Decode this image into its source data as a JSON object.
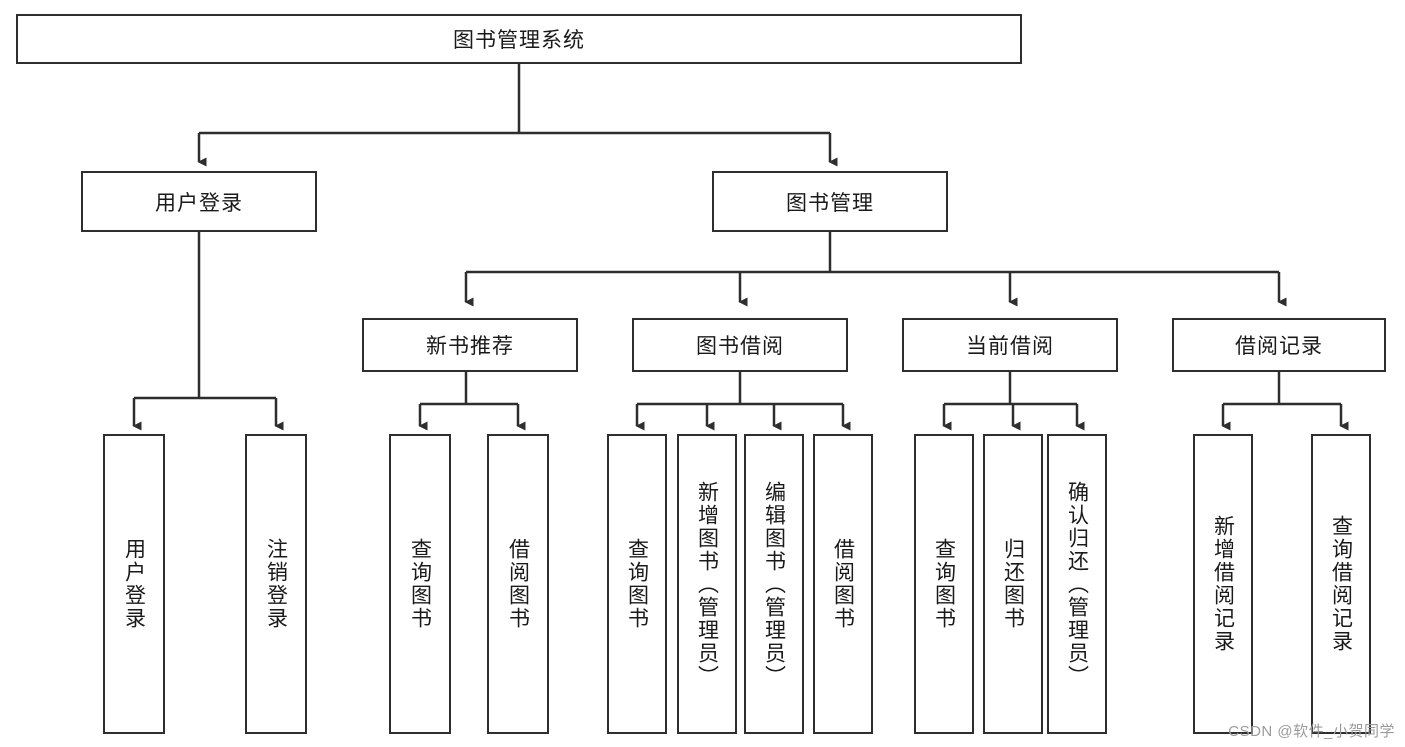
{
  "diagram": {
    "title": "图书管理系统",
    "watermark": "CSDN @软件_小贺同学",
    "colors": {
      "stroke": "#2e2e2e",
      "fill": "#ffffff",
      "text": "#1a1a1a",
      "watermark": "#9a9a9a"
    },
    "root": {
      "label": "图书管理系统"
    },
    "level2": [
      {
        "label": "用户登录"
      },
      {
        "label": "图书管理"
      }
    ],
    "level3": [
      {
        "label": "新书推荐"
      },
      {
        "label": "图书借阅"
      },
      {
        "label": "当前借阅"
      },
      {
        "label": "借阅记录"
      }
    ],
    "leaves": {
      "user_login": [
        {
          "label": "用户登录"
        },
        {
          "label": "注销登录"
        }
      ],
      "new_book": [
        {
          "label": "查询图书"
        },
        {
          "label": "借阅图书"
        }
      ],
      "book_borrow": [
        {
          "label": "查询图书"
        },
        {
          "label": "新增图书（管理员）"
        },
        {
          "label": "编辑图书（管理员）"
        },
        {
          "label": "借阅图书"
        }
      ],
      "current_borrow": [
        {
          "label": "查询图书"
        },
        {
          "label": "归还图书"
        },
        {
          "label": "确认归还（管理员）"
        }
      ],
      "borrow_record": [
        {
          "label": "新增借阅记录"
        },
        {
          "label": "查询借阅记录"
        }
      ]
    }
  }
}
